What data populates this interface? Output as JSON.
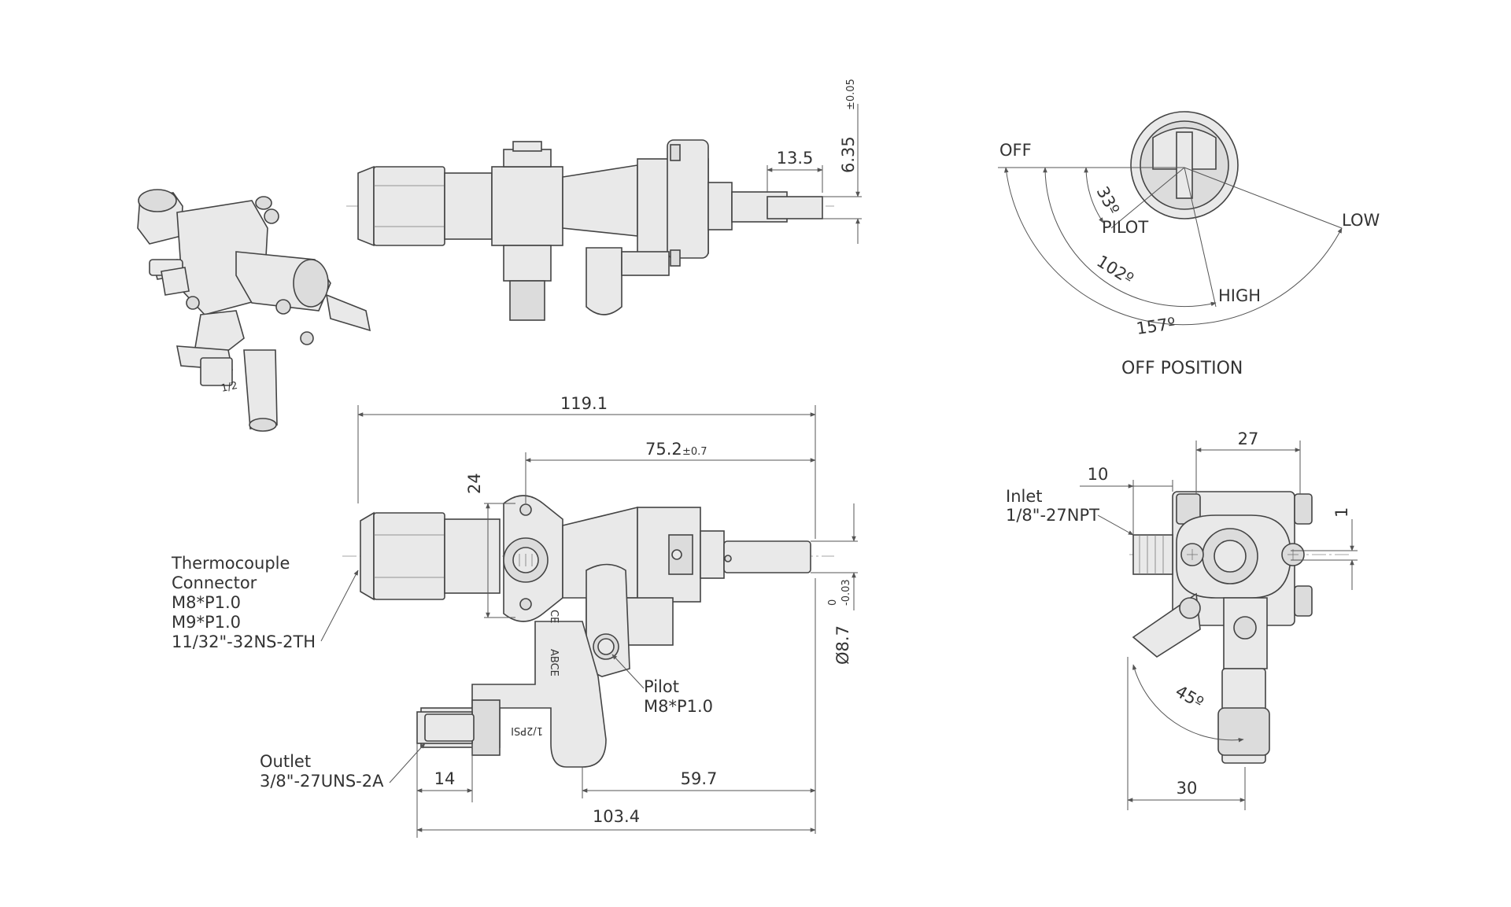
{
  "top_view": {
    "dim_pin_length": "13.5",
    "dim_pin_dia": "6.35",
    "dim_pin_dia_tol": "±0.05"
  },
  "dial": {
    "label_off": "OFF",
    "label_pilot": "PILOT",
    "label_low": "LOW",
    "label_high": "HIGH",
    "angle_pilot": "33º",
    "angle_high": "102º",
    "angle_low": "157º",
    "caption": "OFF POSITION"
  },
  "front_view": {
    "dim_overall": "119.1",
    "dim_inlet_to_tip": "75.2",
    "dim_inlet_to_tip_tol": "±0.7",
    "dim_boss": "24",
    "dim_outlet_len": "14",
    "dim_outlet_to_tip": "59.7",
    "dim_base": "103.4",
    "dim_shaft_dia": "Ø8.7",
    "dim_shaft_tol_upper": "0",
    "dim_shaft_tol_lower": "-0.03",
    "marking_ce": "CE",
    "marking_brand": "ABCE",
    "marking_pressure": "1/2PSI"
  },
  "callouts": {
    "thermocouple": [
      "Thermocouple",
      "Connector",
      "M8*P1.0",
      "M9*P1.0",
      "11/32\"-32NS-2TH"
    ],
    "pilot": [
      "Pilot",
      "M8*P1.0"
    ],
    "outlet": [
      "Outlet",
      "3/8\"-27UNS-2A"
    ],
    "inlet": [
      "Inlet",
      "1/8\"-27NPT"
    ]
  },
  "side_view": {
    "dim_width": "27",
    "dim_inlet": "10",
    "dim_offset": "1",
    "dim_angle": "45º",
    "dim_base": "30"
  }
}
